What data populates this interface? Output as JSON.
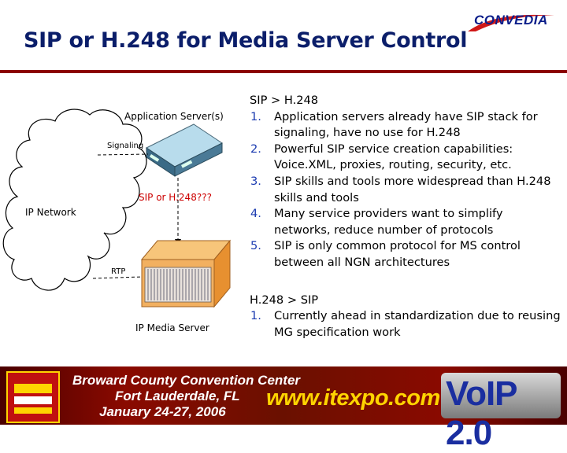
{
  "logo": {
    "text": "CONVEDIA",
    "icon": "swoosh-logo-icon",
    "color": "#0b1e8a"
  },
  "title": "SIP or H.248 for Media Server Control",
  "colors": {
    "title": "#0b1e6a",
    "rule": "#8b0000",
    "number": "#1a3ab0"
  },
  "diagram": {
    "app_server": "Application Server(s)",
    "signaling": "Signaling",
    "control": "SIP or H.248???",
    "network": "IP Network",
    "rtp": "RTP",
    "media_server": "IP Media Server"
  },
  "section1": {
    "heading": "SIP > H.248",
    "items": [
      {
        "num": "1.",
        "text": "Application servers already have SIP stack for signaling, have no use for H.248"
      },
      {
        "num": "2.",
        "text": "Powerful SIP service creation capabilities: Voice.XML, proxies, routing, security, etc."
      },
      {
        "num": "3.",
        "text": "SIP skills and tools more widespread than H.248 skills and tools"
      },
      {
        "num": "4.",
        "text": "Many service providers want to simplify networks, reduce number of protocols"
      },
      {
        "num": "5.",
        "text": "SIP is only common protocol for MS control between all NGN architectures"
      }
    ]
  },
  "section2": {
    "heading": "H.248 > SIP",
    "items": [
      {
        "num": "1.",
        "text": "Currently ahead in standardization due to reusing MG specification work"
      }
    ]
  },
  "banner": {
    "line1": "Broward County Convention Center",
    "line2": "Fort Lauderdale, FL",
    "line3": "January 24-27, 2006",
    "url": "www.itexpo.com",
    "voip": "VoIP 2.0"
  }
}
